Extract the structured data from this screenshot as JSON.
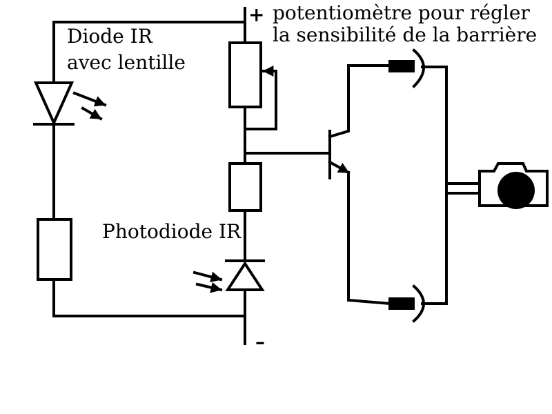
{
  "labels": {
    "plus": "+",
    "minus": "–",
    "potentiometer_line1": "potentiomètre pour régler",
    "potentiometer_line2": "la sensibilité de la barrière",
    "ir_diode_line1": "Diode IR",
    "ir_diode_line2": "avec lentille",
    "photodiode": "Photodiode IR"
  }
}
